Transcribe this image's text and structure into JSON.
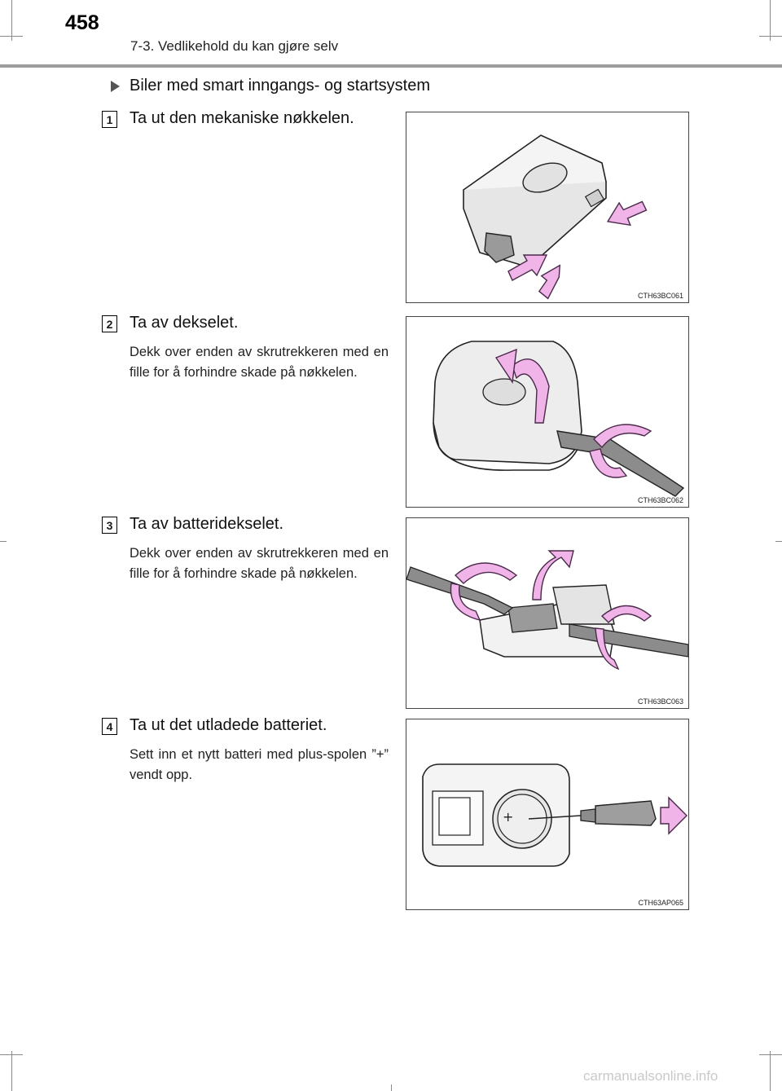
{
  "header": {
    "page_number": "458",
    "section": "7-3. Vedlikehold du kan gjøre selv"
  },
  "subheading": "Biler med smart inngangs- og startsystem",
  "steps": [
    {
      "number": "1",
      "title": "Ta ut den mekaniske nøkkelen.",
      "note": "",
      "figure_code": "CTH63BC061"
    },
    {
      "number": "2",
      "title": "Ta av dekselet.",
      "note": "Dekk over enden av skrutrekkeren med en fille for å forhindre skade på nøkkelen.",
      "figure_code": "CTH63BC062"
    },
    {
      "number": "3",
      "title": "Ta av batteridekselet.",
      "note": "Dekk over enden av skrutrekkeren med en fille for å forhindre skade på nøkkelen.",
      "figure_code": "CTH63BC063"
    },
    {
      "number": "4",
      "title": "Ta ut det utladede batteriet.",
      "note": "Sett inn et nytt batteri med plus-spolen ”+” vendt opp.",
      "figure_code": "CTH63AP065"
    }
  ],
  "watermark": "carmanualsonline.info",
  "colors": {
    "arrow_fill": "#f0b4e8",
    "arrow_stroke": "#4a2a4a",
    "rule": "#9c9c9c"
  }
}
